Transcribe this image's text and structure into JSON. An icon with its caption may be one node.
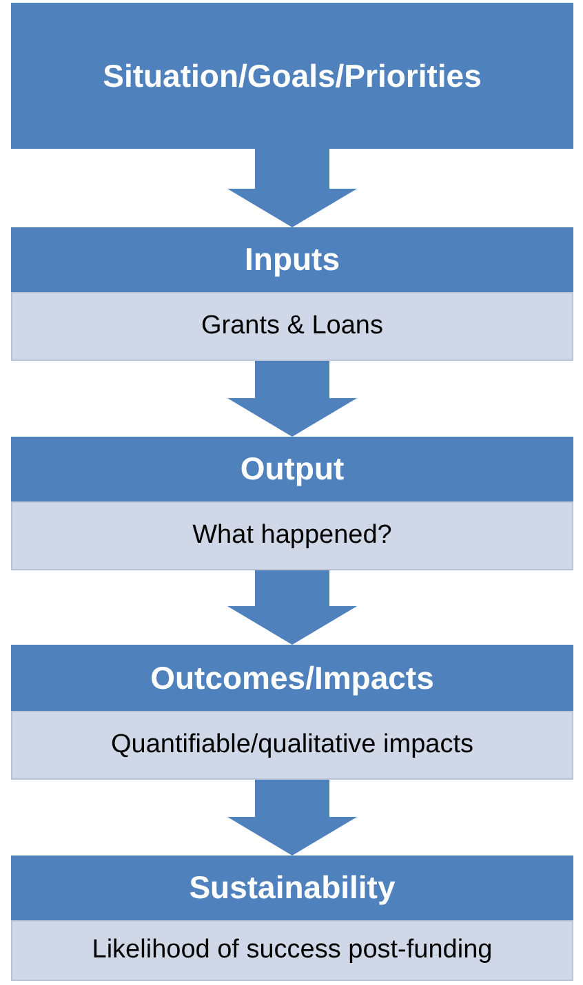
{
  "diagram": {
    "nodes": [
      {
        "text": [
          "Situation/Goals/Priorities"
        ]
      },
      {
        "text": [
          "Inputs",
          "Grants & Loans"
        ]
      },
      {
        "text": [
          "Output",
          "What happened?"
        ]
      },
      {
        "text": [
          "Outcomes/Impacts",
          "Quantifiable/qualitative impacts"
        ]
      },
      {
        "text": [
          "Sustainability",
          "Likelihood of success post-funding"
        ]
      }
    ],
    "edges": [
      {
        "from": 0,
        "to": 1,
        "arrow": "to"
      },
      {
        "from": 1,
        "to": 2,
        "arrow": "to"
      },
      {
        "from": 2,
        "to": 3,
        "arrow": "to"
      },
      {
        "from": 3,
        "to": 4,
        "arrow": "to"
      }
    ]
  }
}
